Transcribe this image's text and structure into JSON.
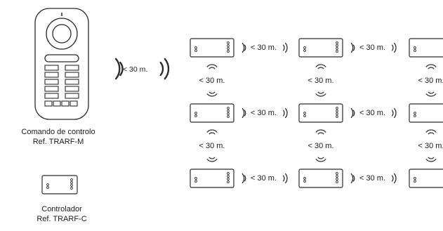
{
  "remote": {
    "caption_line1": "Comando de controlo",
    "caption_line2": "Ref. TRARF-M"
  },
  "controller": {
    "caption_line1": "Controlador",
    "caption_line2": "Ref. TRARF-C"
  },
  "range_label": "< 30 m.",
  "colors": {
    "stroke": "#2b2b2b",
    "fill": "#ffffff"
  }
}
